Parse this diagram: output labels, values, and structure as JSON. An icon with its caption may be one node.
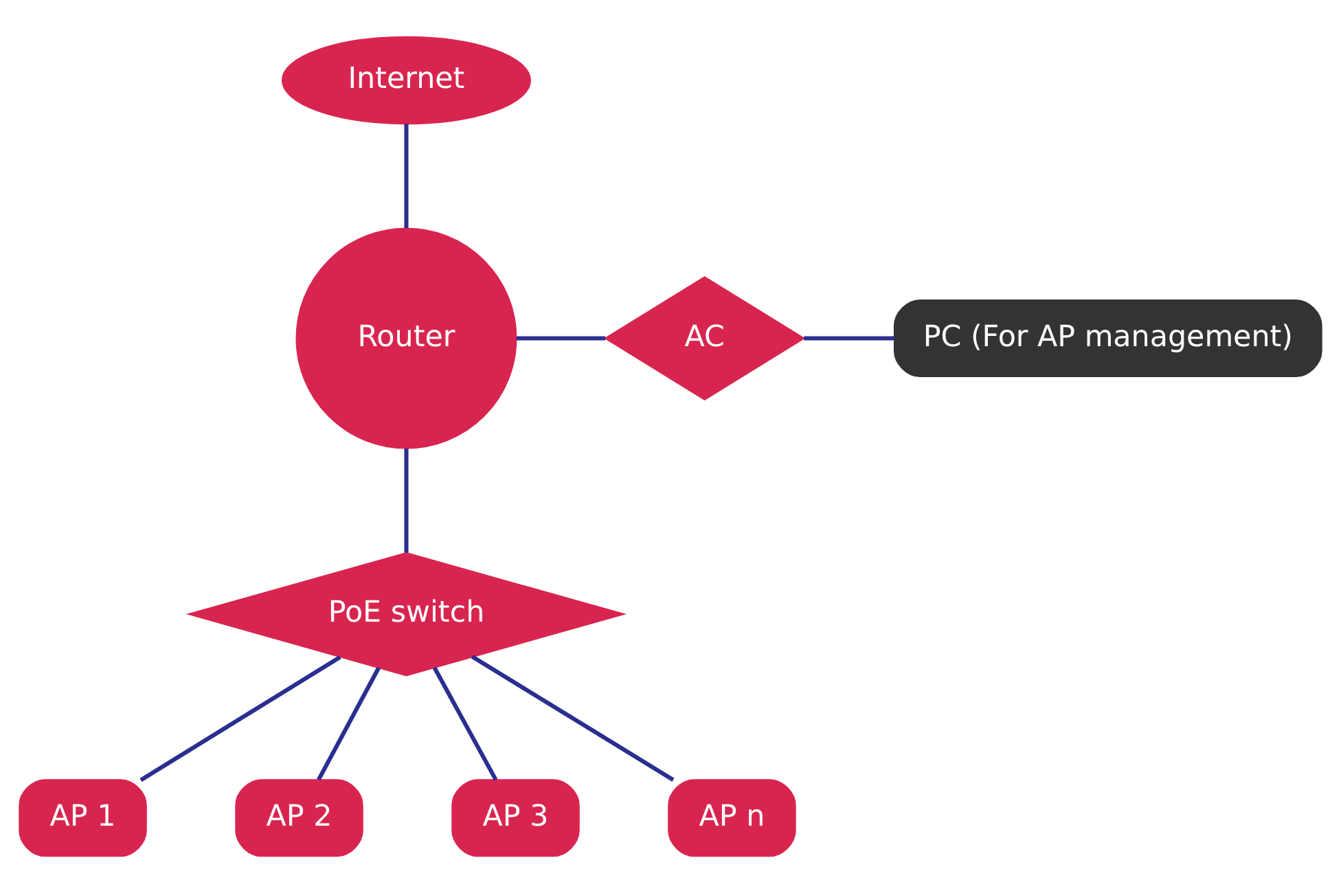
{
  "diagram": {
    "nodes": [
      {
        "text": [
          "Internet"
        ]
      },
      {
        "text": [
          "Router"
        ]
      },
      {
        "text": [
          "AC"
        ]
      },
      {
        "text": [
          "PC (For AP management)"
        ]
      },
      {
        "text": [
          "PoE switch"
        ]
      },
      {
        "text": [
          "AP 1"
        ]
      },
      {
        "text": [
          "AP 2"
        ]
      },
      {
        "text": [
          "AP 3"
        ]
      },
      {
        "text": [
          "AP n"
        ]
      }
    ],
    "edges": [
      {
        "from": 0,
        "to": 1,
        "arrow": "none"
      },
      {
        "from": 1,
        "to": 2,
        "arrow": "none"
      },
      {
        "from": 2,
        "to": 3,
        "arrow": "none"
      },
      {
        "from": 1,
        "to": 4,
        "arrow": "none"
      },
      {
        "from": 4,
        "to": 5,
        "arrow": "none"
      },
      {
        "from": 4,
        "to": 6,
        "arrow": "none"
      },
      {
        "from": 4,
        "to": 7,
        "arrow": "none"
      },
      {
        "from": 4,
        "to": 8,
        "arrow": "none"
      }
    ]
  }
}
